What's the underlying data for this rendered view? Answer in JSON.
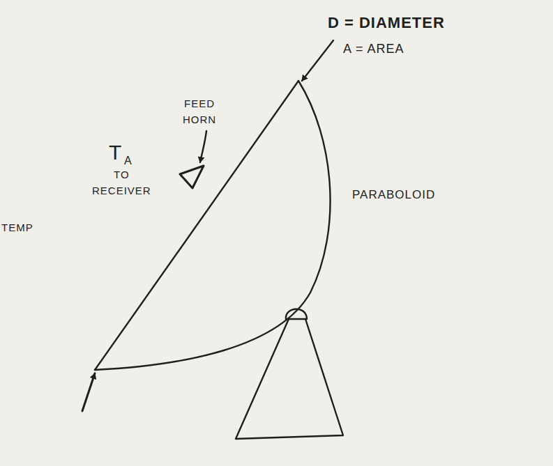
{
  "diagram": {
    "labels": [
      "D = DIAMETER",
      "A = AREA",
      "FEED HORN",
      "T",
      "A",
      "TO RECEIVER",
      "TEMP",
      "PARABOLOID"
    ]
  }
}
